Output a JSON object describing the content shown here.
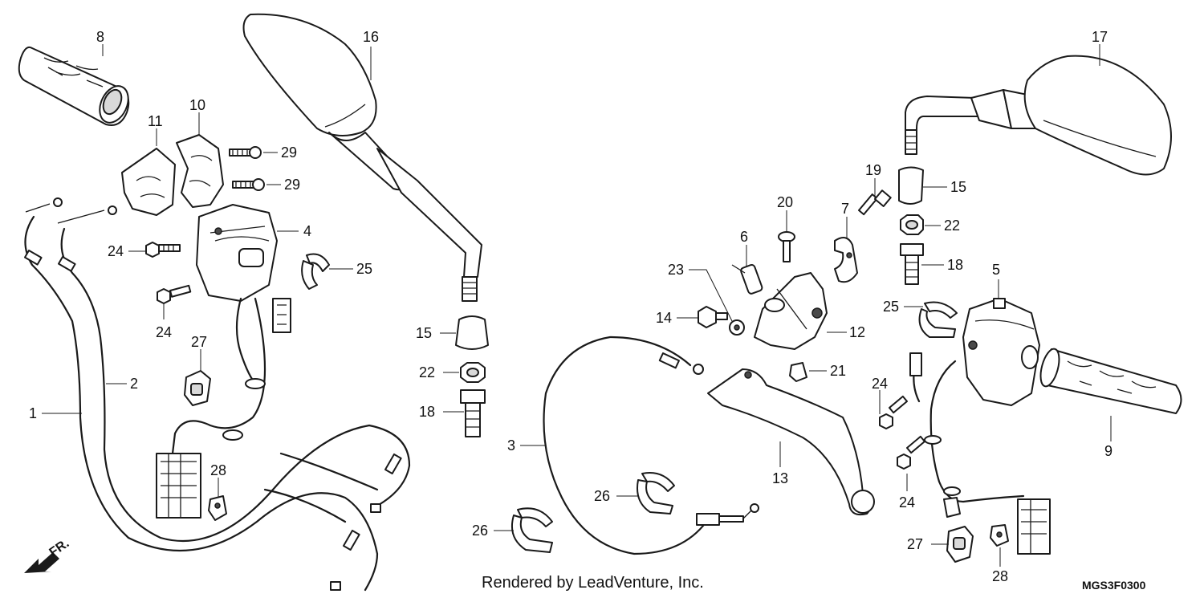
{
  "callouts": {
    "p1": "1",
    "p2": "2",
    "p3": "3",
    "p4": "4",
    "p5": "5",
    "p6": "6",
    "p7": "7",
    "p8": "8",
    "p9": "9",
    "p10": "10",
    "p11": "11",
    "p12": "12",
    "p13": "13",
    "p14": "14",
    "p15a": "15",
    "p15b": "15",
    "p16": "16",
    "p17": "17",
    "p18a": "18",
    "p18b": "18",
    "p19": "19",
    "p20": "20",
    "p21": "21",
    "p22a": "22",
    "p22b": "22",
    "p23": "23",
    "p24a": "24",
    "p24b": "24",
    "p24c": "24",
    "p24d": "24",
    "p25a": "25",
    "p25b": "25",
    "p26a": "26",
    "p26b": "26",
    "p27a": "27",
    "p27b": "27",
    "p28a": "28",
    "p28b": "28",
    "p29a": "29",
    "p29b": "29"
  },
  "direction_label": "FR.",
  "credit": "Rendered by LeadVenture, Inc.",
  "diagram_code": "MGS3F0300"
}
